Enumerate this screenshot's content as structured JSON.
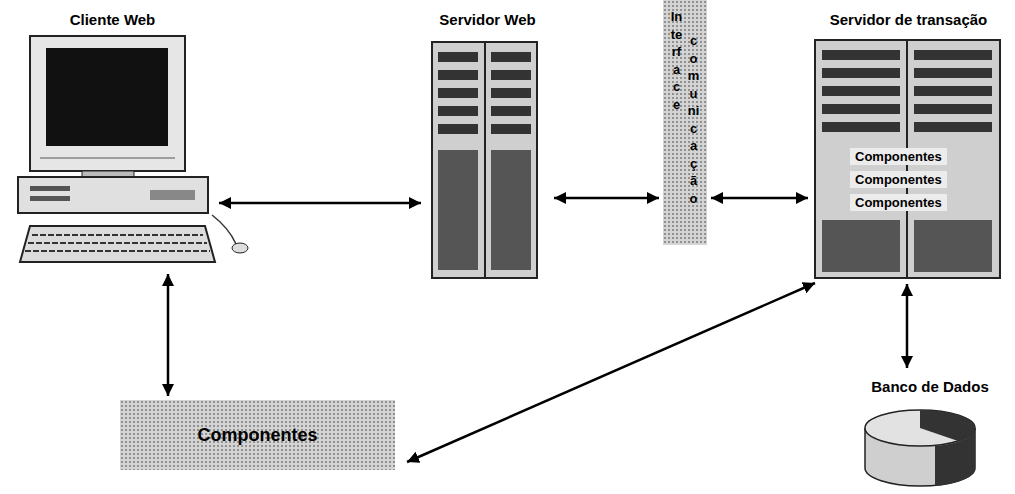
{
  "diagram": {
    "nodes": [
      {
        "text": [
          "Cliente Web"
        ]
      },
      {
        "text": [
          "Servidor Web"
        ]
      },
      {
        "text": [
          "Interface",
          "comunicação"
        ]
      },
      {
        "text": [
          "Servidor de transação"
        ]
      },
      {
        "text": [
          "Componentes"
        ],
        "in": 3
      },
      {
        "text": [
          "Componentes"
        ],
        "in": 3
      },
      {
        "text": [
          "Componentes"
        ],
        "in": 3
      },
      {
        "text": [
          "Banco de Dados"
        ]
      },
      {
        "text": [
          "Componentes"
        ]
      }
    ],
    "edges": [
      {
        "from": 0,
        "to": 1,
        "arrow": "both"
      },
      {
        "from": 1,
        "to": 2,
        "arrow": "both"
      },
      {
        "from": 2,
        "to": 3,
        "arrow": "both"
      },
      {
        "from": 0,
        "to": 8,
        "arrow": "both"
      },
      {
        "from": 3,
        "to": 8,
        "arrow": "both"
      },
      {
        "from": 3,
        "to": 7,
        "arrow": "both"
      }
    ]
  }
}
